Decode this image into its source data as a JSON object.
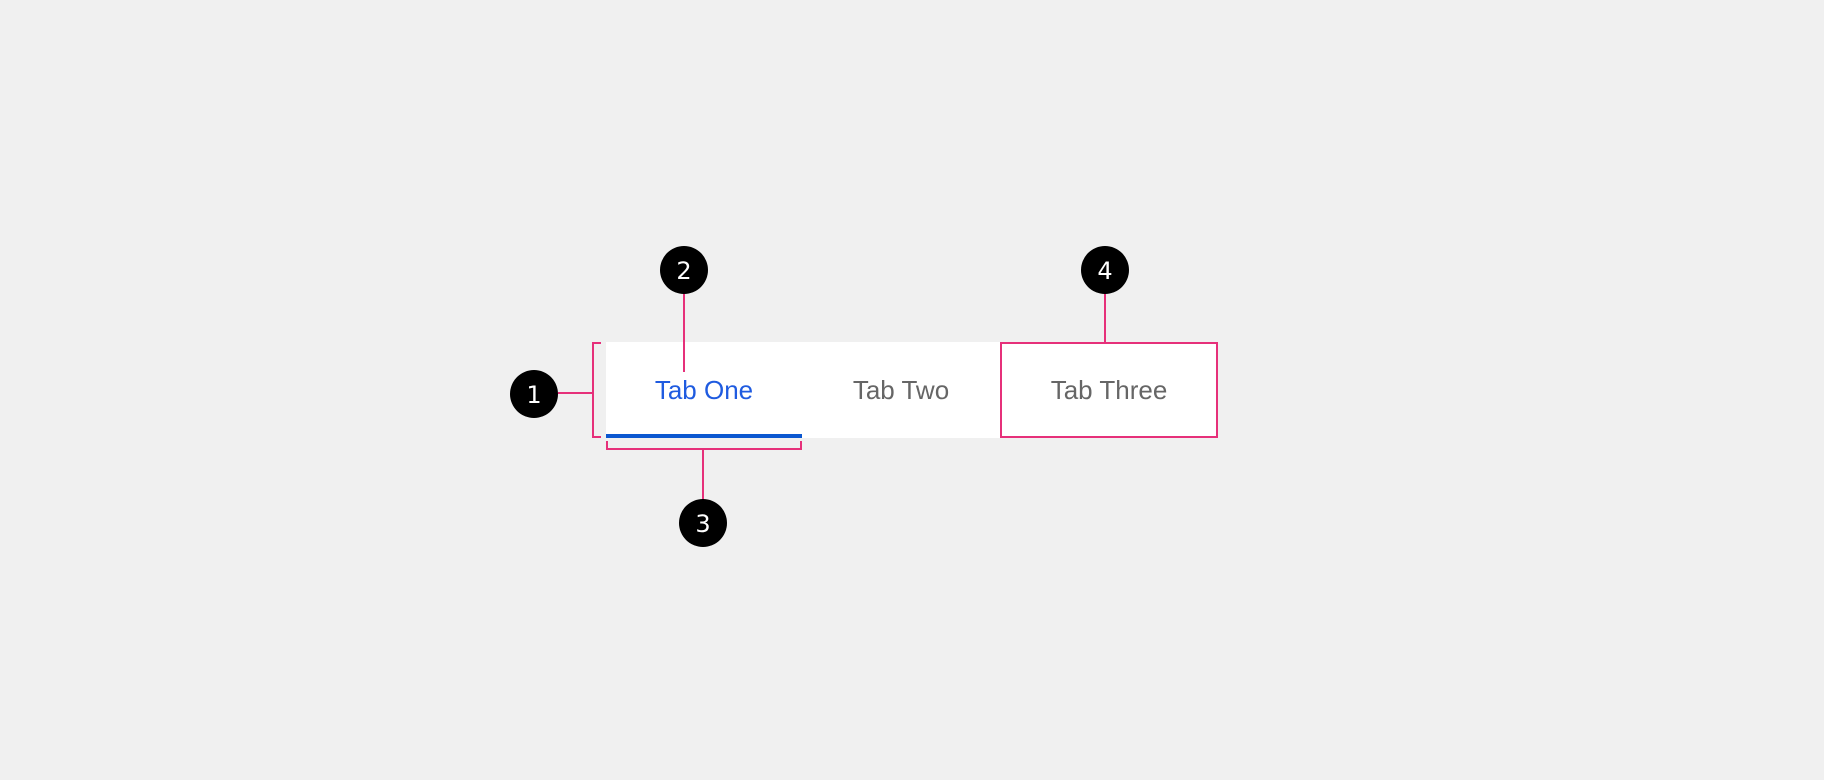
{
  "tabs": [
    {
      "label": "Tab One",
      "active": true
    },
    {
      "label": "Tab Two",
      "active": false
    },
    {
      "label": "Tab Three",
      "active": false
    }
  ],
  "callouts": [
    {
      "number": "1"
    },
    {
      "number": "2"
    },
    {
      "number": "3"
    },
    {
      "number": "4"
    }
  ],
  "colors": {
    "background": "#f0f0f0",
    "tab_bar": "#ffffff",
    "active_text": "#1f5be0",
    "inactive_text": "#666666",
    "indicator": "#0b57d0",
    "annotation": "#e6307a",
    "marker": "#000000"
  }
}
